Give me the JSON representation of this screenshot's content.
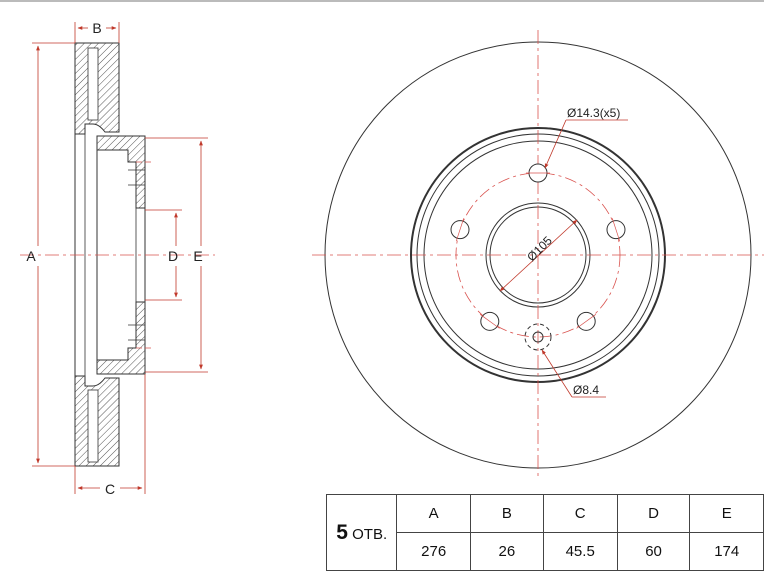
{
  "side_view": {
    "labels": {
      "a": "A",
      "b": "B",
      "c": "C",
      "d": "D",
      "e": "E"
    }
  },
  "front_view": {
    "bolt_hole_callout": "Ø14.3(x5)",
    "center_bore_callout": "Ø105",
    "small_hole_callout": "Ø8.4",
    "bolt_hole_count": 5
  },
  "spec_table": {
    "holes_number": "5",
    "holes_unit": "ОТВ.",
    "headers": [
      "A",
      "B",
      "C",
      "D",
      "E"
    ],
    "values": [
      "276",
      "26",
      "45.5",
      "60",
      "174"
    ]
  },
  "colors": {
    "line": "#3a3a3a",
    "dimension": "#c0392b",
    "center": "#d9534f"
  }
}
